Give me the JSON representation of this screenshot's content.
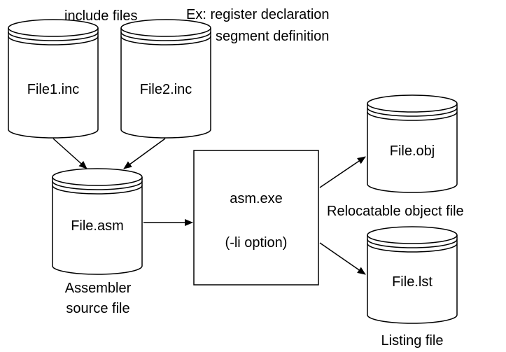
{
  "labels": {
    "include_files": "include files",
    "example_line1": "Ex: register declaration",
    "example_line2": "segment definition",
    "assembler_source_line1": "Assembler",
    "assembler_source_line2": "source file",
    "relocatable_object": "Relocatable object file",
    "listing_file": "Listing file"
  },
  "files": {
    "include1": "File1.inc",
    "include2": "File2.inc",
    "source": "File.asm",
    "object": "File.obj",
    "listing": "File.lst"
  },
  "assembler": {
    "name": "asm.exe",
    "option": "(-li option)"
  },
  "colors": {
    "stroke": "#000000",
    "background": "#ffffff"
  }
}
